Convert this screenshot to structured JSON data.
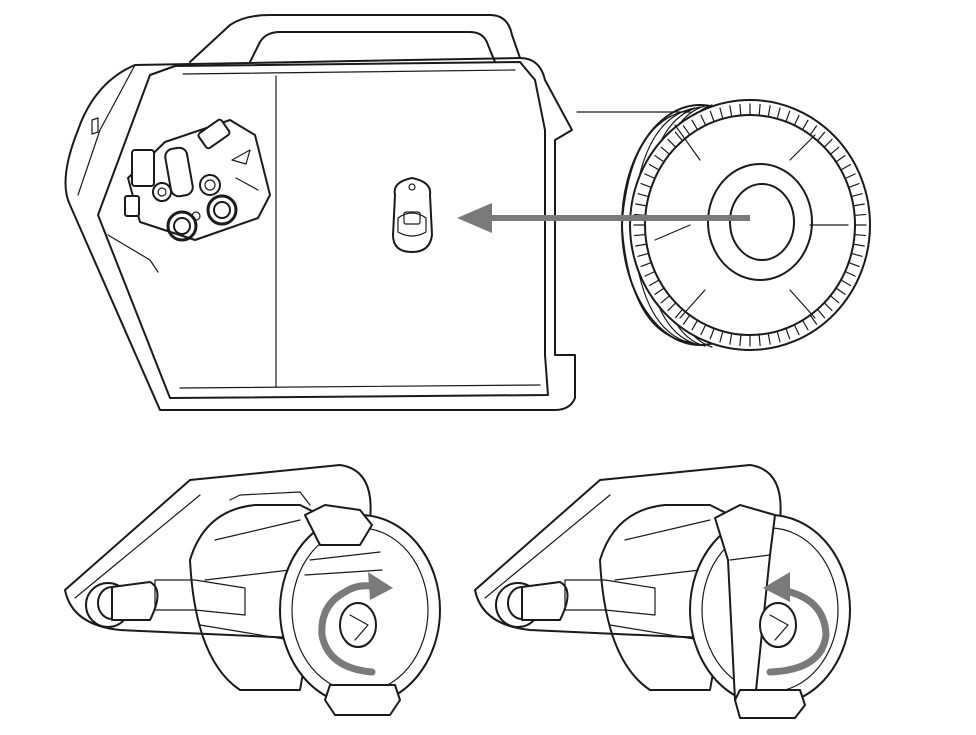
{
  "figure": {
    "description_label": "",
    "colors": {
      "line": "#1a1a1a",
      "arrow": "#7a7a7a",
      "background": "#ffffff"
    },
    "panels": [
      {
        "name": "welder-with-open-side-panel",
        "icon": "welder-machine-icon"
      },
      {
        "name": "wire-spool",
        "icon": "spool-icon"
      },
      {
        "name": "spool-hub-unlocked",
        "icon": "spool-hub-icon",
        "rotation": "clockwise"
      },
      {
        "name": "spool-hub-locked",
        "icon": "spool-hub-icon",
        "rotation": "counterclockwise"
      }
    ],
    "arrows": [
      {
        "name": "mount-spool-arrow",
        "direction": "left"
      },
      {
        "name": "rotate-cw-arrow",
        "direction": "clockwise"
      },
      {
        "name": "rotate-ccw-arrow",
        "direction": "counterclockwise"
      }
    ]
  }
}
